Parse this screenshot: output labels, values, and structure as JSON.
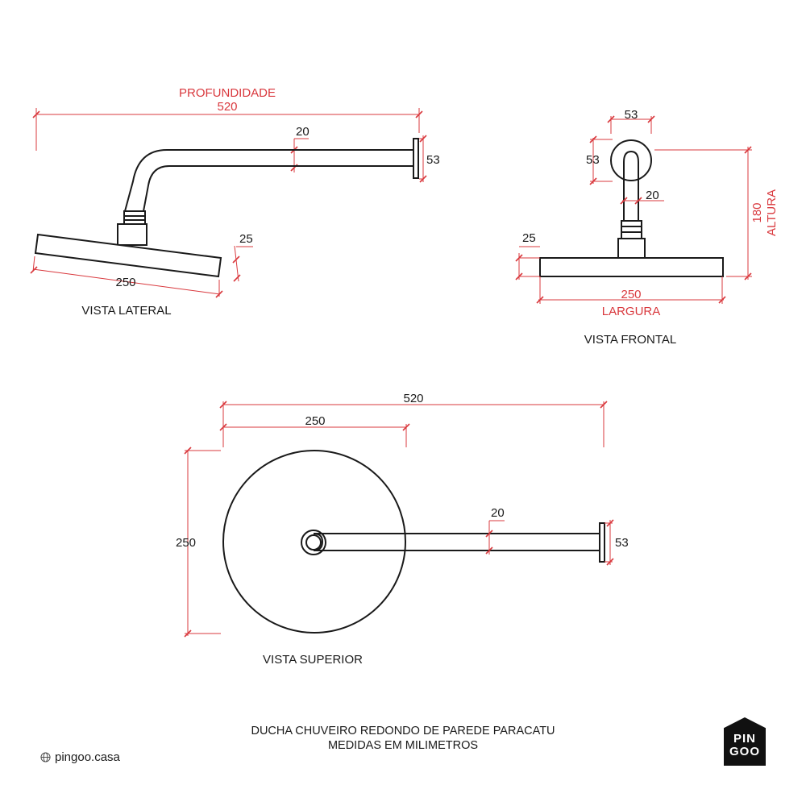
{
  "lateral": {
    "caption": "VISTA LATERAL",
    "depth_label": "PROFUNDIDADE",
    "depth_value": "520",
    "pipe_diameter": "20",
    "flange_height": "53",
    "head_thickness": "25",
    "head_diameter": "250"
  },
  "frontal": {
    "caption": "VISTA FRONTAL",
    "flange_width": "53",
    "flange_height": "53",
    "pipe_diameter": "20",
    "height_value": "180",
    "height_label": "ALTURA",
    "head_thickness": "25",
    "width_value": "250",
    "width_label": "LARGURA"
  },
  "superior": {
    "caption": "VISTA SUPERIOR",
    "total_length": "520",
    "head_diameter": "250",
    "head_depth": "250",
    "pipe_diameter": "20",
    "flange_height": "53"
  },
  "footer": {
    "line1": "DUCHA CHUVEIRO REDONDO DE PAREDE PARACATU",
    "line2": "MEDIDAS EM MILIMETROS"
  },
  "brand": {
    "site": "pingoo.casa",
    "logo_top": "PIN",
    "logo_bottom": "GOO",
    "icon": "globe-icon"
  },
  "colors": {
    "dimension": "#d9383d",
    "object": "#1a1a1a",
    "logo": "#111111"
  }
}
